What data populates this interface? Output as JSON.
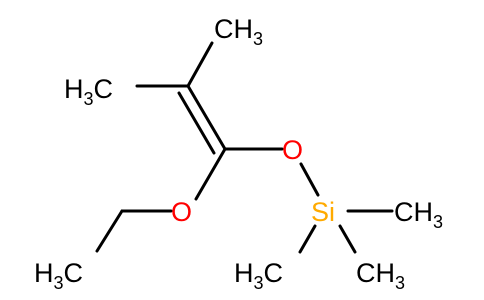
{
  "molecule": {
    "atoms": {
      "methyl_top": {
        "symbol": "CH",
        "subscript": "3"
      },
      "methyl_left": {
        "prefix": "H",
        "subscript": "3",
        "symbol": "C"
      },
      "oxygen_silyl": {
        "symbol": "O"
      },
      "oxygen_ethoxy": {
        "symbol": "O"
      },
      "silicon": {
        "symbol": "Si"
      },
      "methyl_si_right": {
        "symbol": "CH",
        "subscript": "3"
      },
      "methyl_si_bottom_left": {
        "prefix": "H",
        "subscript": "3",
        "symbol": "C"
      },
      "methyl_si_bottom_right": {
        "symbol": "CH",
        "subscript": "3"
      },
      "methyl_ethyl": {
        "prefix": "H",
        "subscript": "3",
        "symbol": "C"
      }
    },
    "colors": {
      "carbon": "#000000",
      "oxygen": "#ff0000",
      "silicon": "#ffaa00"
    }
  }
}
